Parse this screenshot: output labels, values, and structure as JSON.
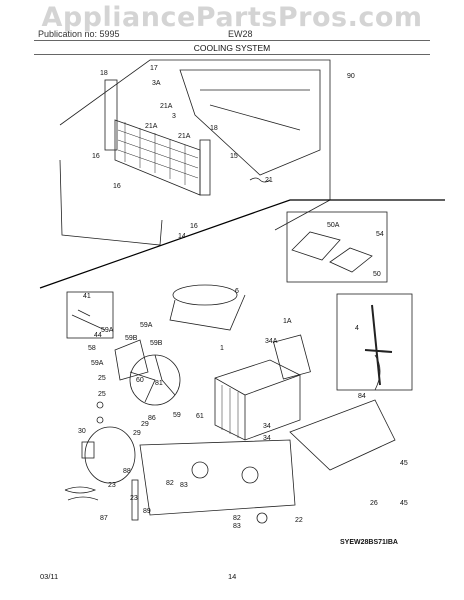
{
  "watermark": "AppliancePartsPros.com",
  "header": {
    "left": "Publication no: 5995",
    "right": "EW28"
  },
  "section_title": "COOLING SYSTEM",
  "diagram_code": "SYEW28BS71IBA",
  "footer": {
    "date": "03/11",
    "page": "14"
  },
  "callouts": [
    "17",
    "18",
    "3A",
    "21A",
    "3",
    "21A",
    "21A",
    "18",
    "16",
    "15",
    "16",
    "21",
    "16",
    "14",
    "90",
    "50A",
    "54",
    "50",
    "6",
    "41",
    "44",
    "1A",
    "59A",
    "59A",
    "59B",
    "59B",
    "34A",
    "58",
    "1",
    "4",
    "59A",
    "25",
    "60",
    "81",
    "84",
    "25",
    "59",
    "86",
    "29",
    "61",
    "30",
    "29",
    "34",
    "34",
    "23",
    "88",
    "45",
    "82",
    "83",
    "26",
    "45",
    "87",
    "23",
    "89",
    "82",
    "83",
    "22"
  ]
}
